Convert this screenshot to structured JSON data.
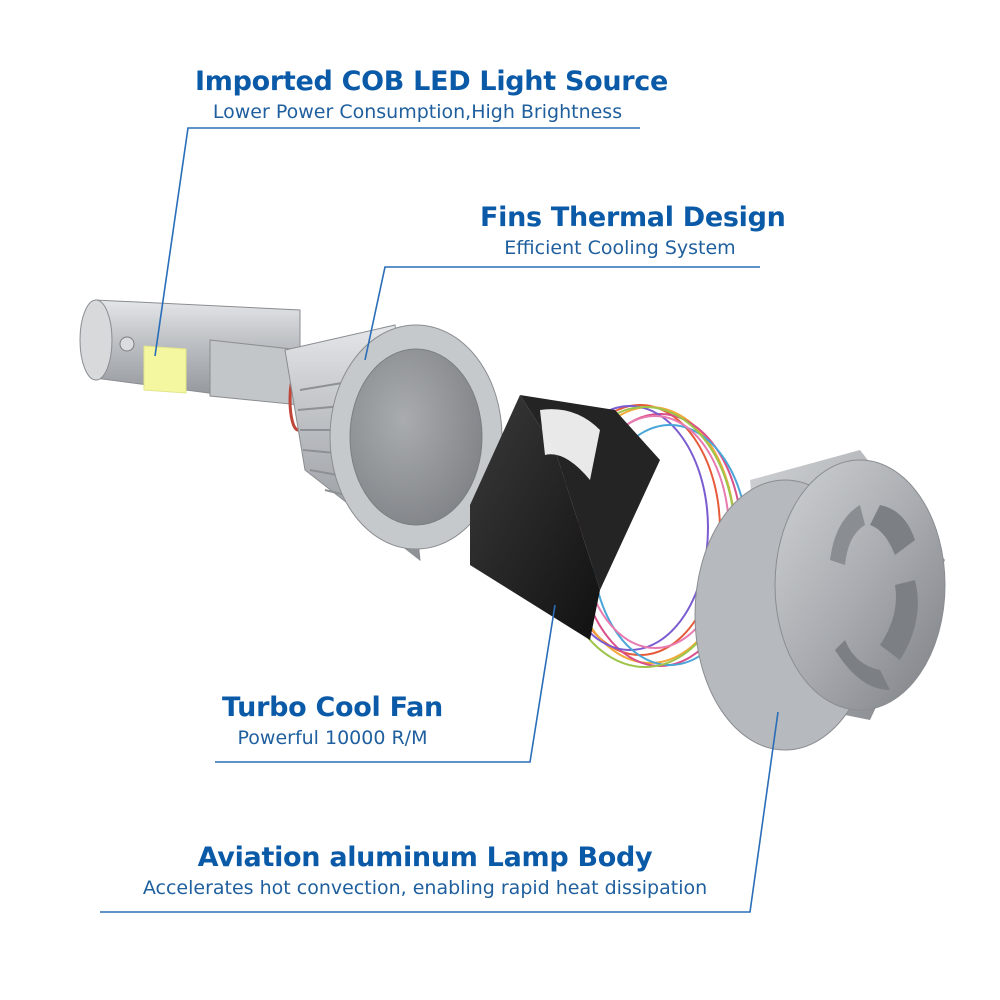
{
  "callouts": {
    "light_source": {
      "title": "Imported COB LED Light Source",
      "subtitle": "Lower Power Consumption,High Brightness"
    },
    "thermal": {
      "title": "Fins Thermal Design",
      "subtitle": "Efficient Cooling System"
    },
    "fan": {
      "title": "Turbo Cool Fan",
      "subtitle": "Powerful 10000 R/M"
    },
    "body": {
      "title": "Aviation aluminum Lamp Body",
      "subtitle": "Accelerates hot convection, enabling rapid heat dissipation"
    }
  },
  "colors": {
    "title": "#0a5aa8",
    "subtitle": "#1f5f9e",
    "leader_line": "#2a6db8",
    "aluminum": "#b9bcc0",
    "led_chip": "#f4f7a0",
    "fan_housing": "#1c1c1c"
  }
}
